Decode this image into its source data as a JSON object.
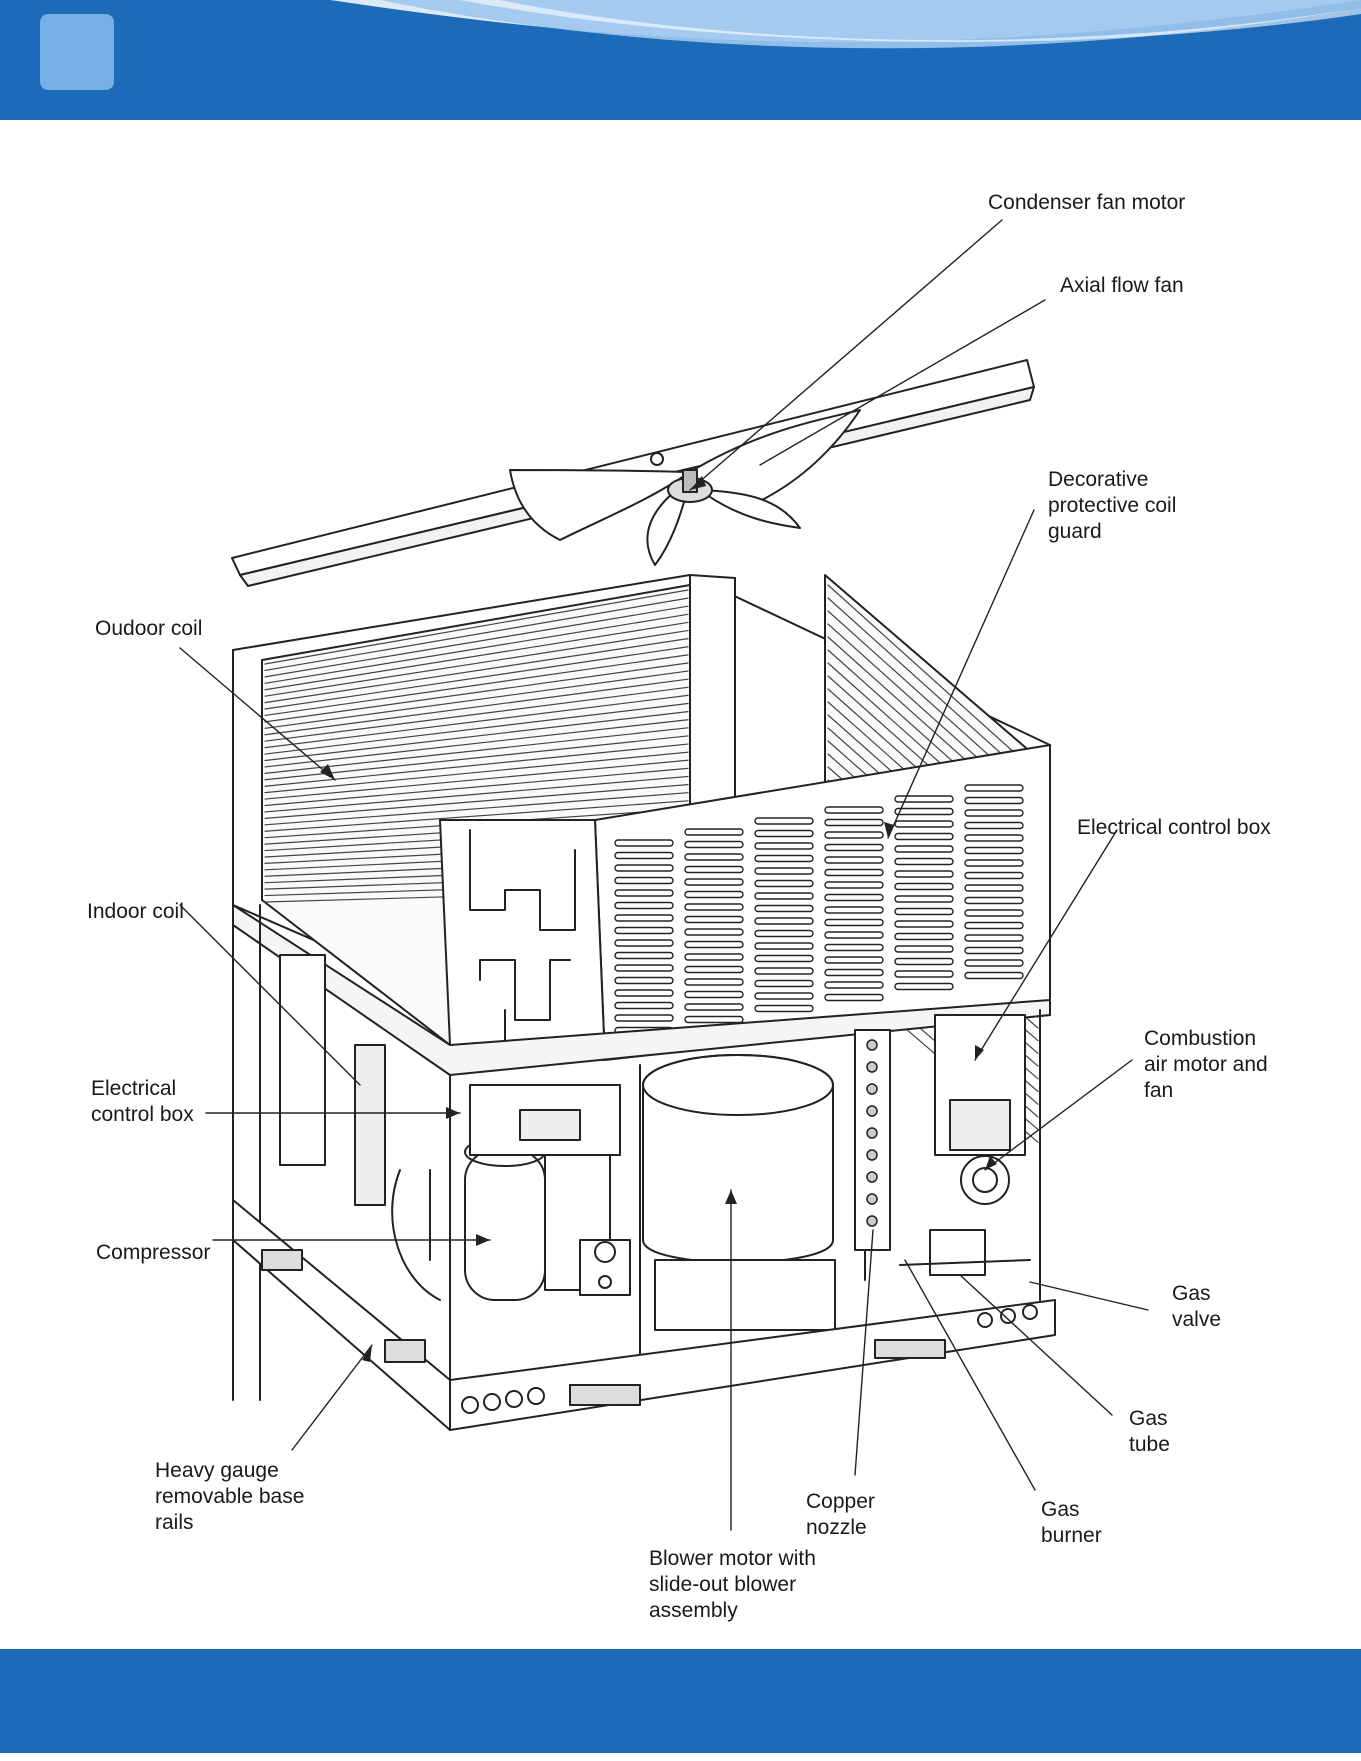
{
  "callouts": {
    "condenser_fan_motor": [
      "Condenser fan motor"
    ],
    "axial_flow_fan": [
      "Axial flow fan"
    ],
    "decorative_coil_guard": [
      "Decorative",
      "protective coil",
      "guard"
    ],
    "outdoor_coil": [
      "Oudoor coil"
    ],
    "electrical_control_box_right": [
      "Electrical control box"
    ],
    "indoor_coil": [
      "Indoor coil"
    ],
    "combustion_air_motor": [
      "Combustion",
      "air motor and",
      "fan"
    ],
    "electrical_control_box_left": [
      "Electrical",
      "control box"
    ],
    "compressor": [
      "Compressor"
    ],
    "gas_valve": [
      "Gas",
      "valve"
    ],
    "gas_tube": [
      "Gas",
      "tube"
    ],
    "heavy_gauge_base_rails": [
      "Heavy gauge",
      "removable base",
      "rails"
    ],
    "copper_nozzle": [
      "Copper",
      "nozzle"
    ],
    "gas_burner": [
      "Gas",
      "burner"
    ],
    "blower_motor": [
      "Blower motor with",
      "slide-out blower",
      "assembly"
    ]
  },
  "colors": {
    "header_blue": "#1b6bb8",
    "badge_blue": "#77b0e6",
    "line": "#222222"
  }
}
